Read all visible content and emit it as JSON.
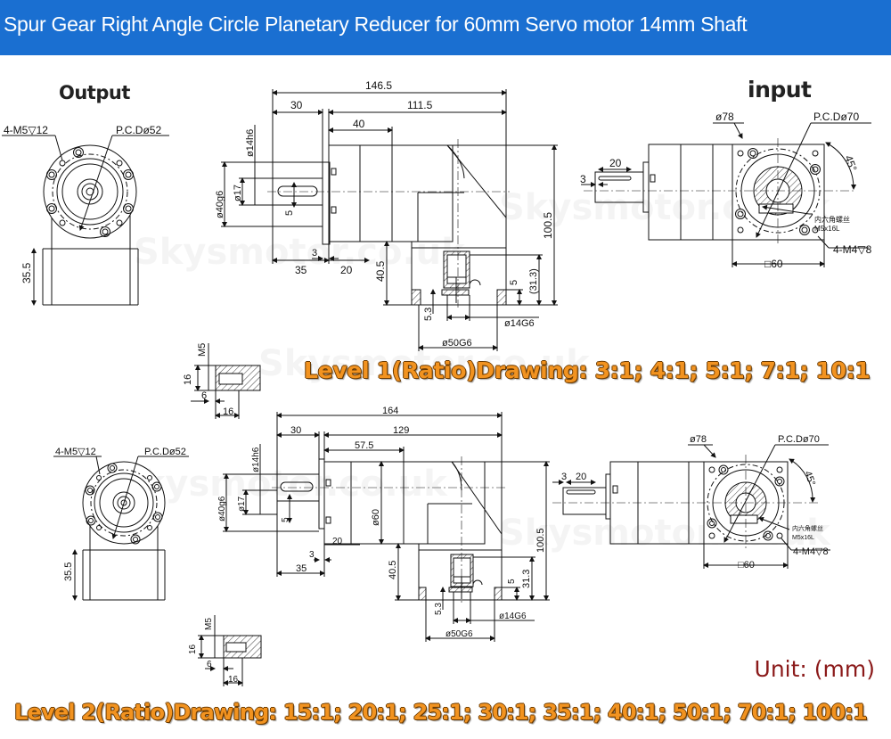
{
  "header": {
    "title": "Spur Gear Right Angle Circle Planetary Reducer for 60mm Servo motor 14mm Shaft",
    "background_color": "#1a6fd1"
  },
  "views": {
    "output_label": "Output",
    "input_label": "input"
  },
  "level1": {
    "caption": "Level 1(Ratio)Drawing: 3:1;  4:1;  5:1;  7:1;  10:1",
    "ratios": [
      "3:1",
      "4:1",
      "5:1",
      "7:1",
      "10:1"
    ],
    "output_view": {
      "bolt_holes": "4-M5▽12",
      "pcd": "P.C.Dø52",
      "height_dim": "35.5"
    },
    "side_view": {
      "overall_length": "146.5",
      "shaft_length": "30",
      "body_length": "111.5",
      "stage_length": "40",
      "shaft_dia": "ø14h6",
      "flange_dia": "ø40g6",
      "key_width": "ø17",
      "key_dim": "5",
      "flange_thickness": "3",
      "dim_35": "35",
      "dim_20": "20",
      "dim_40_5": "40.5",
      "height": "100.5",
      "dim_31_3": "(31.3)",
      "dim_5": "5",
      "dim_5_3": "5.3",
      "input_bore": "ø14G6",
      "input_pilot": "ø50G6"
    },
    "input_view": {
      "outer_dia": "ø78",
      "pcd": "P.C.Dø70",
      "angle": "45°",
      "shaft_dim_3": "3",
      "shaft_dim_20": "20",
      "screw_cn": "内六角螺丝",
      "screw_spec": "M5x16L",
      "mount_holes": "4-M4▽8",
      "square": "□60"
    },
    "tapped_detail": {
      "thread": "M5",
      "depth": "16",
      "dim_6": "6",
      "dim_16": "16"
    }
  },
  "level2": {
    "caption": "Level 2(Ratio)Drawing: 15:1; 20:1; 25:1; 30:1; 35:1; 40:1; 50:1; 70:1; 100:1",
    "ratios": [
      "15:1",
      "20:1",
      "25:1",
      "30:1",
      "35:1",
      "40:1",
      "50:1",
      "70:1",
      "100:1"
    ],
    "output_view": {
      "bolt_holes": "4-M5▽12",
      "pcd": "P.C.Dø52",
      "height_dim": "35.5"
    },
    "side_view": {
      "overall_length": "164",
      "shaft_length": "30",
      "body_length": "129",
      "stage_length": "57.5",
      "shaft_dia": "ø14h6",
      "flange_dia": "ø40g6",
      "key_width": "ø17",
      "key_dim": "5",
      "body_dia": "ø60",
      "dim_20": "20",
      "flange_thickness": "3",
      "dim_35": "35",
      "dim_40_5": "40.5",
      "height": "100.5",
      "dim_31_3": "31.3",
      "dim_5": "5",
      "dim_5_3": "5.3",
      "input_bore": "ø14G6",
      "input_pilot": "ø50G6"
    },
    "input_view": {
      "outer_dia": "ø78",
      "pcd": "P.C.Dø70",
      "angle": "45°",
      "shaft_dim_3": "3",
      "shaft_dim_20": "20",
      "screw_cn": "内六角螺丝",
      "screw_spec": "M5x16L",
      "mount_holes": "4-M4▽8",
      "square": "□60"
    },
    "tapped_detail": {
      "thread": "M5",
      "depth": "16",
      "dim_6": "6",
      "dim_16": "16"
    }
  },
  "footer": {
    "unit": "Unit: (mm)",
    "unit_color": "#8b1a1a",
    "caption_color": "#f29320"
  },
  "watermark": "Skysmotor.co.uk"
}
